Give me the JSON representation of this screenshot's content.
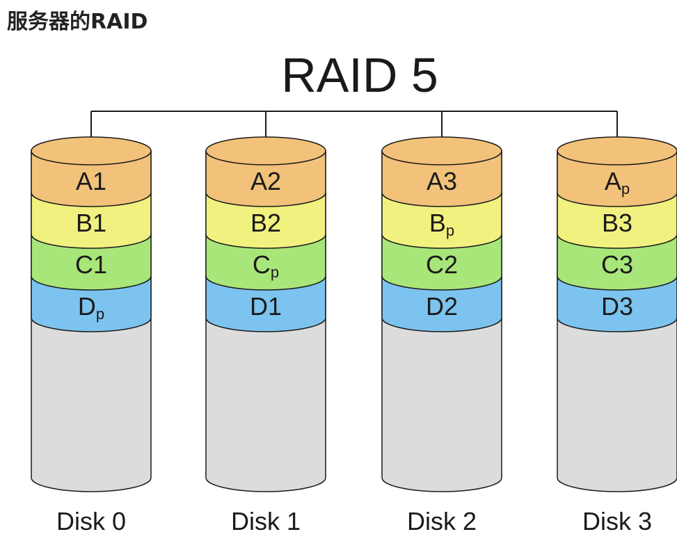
{
  "page": {
    "title": "服务器的RAID"
  },
  "diagram": {
    "title": "RAID 5",
    "colors": {
      "row_A": "#f2c27a",
      "row_B": "#f1f17f",
      "row_C": "#a8e67a",
      "row_D": "#7cc4ef",
      "empty": "#dcdcdc",
      "stroke": "#1a1a1a"
    },
    "disks": [
      {
        "label": "Disk 0",
        "blocks": [
          {
            "main": "A1",
            "sub": ""
          },
          {
            "main": "B1",
            "sub": ""
          },
          {
            "main": "C1",
            "sub": ""
          },
          {
            "main": "D",
            "sub": "p"
          }
        ]
      },
      {
        "label": "Disk 1",
        "blocks": [
          {
            "main": "A2",
            "sub": ""
          },
          {
            "main": "B2",
            "sub": ""
          },
          {
            "main": "C",
            "sub": "p"
          },
          {
            "main": "D1",
            "sub": ""
          }
        ]
      },
      {
        "label": "Disk 2",
        "blocks": [
          {
            "main": "A3",
            "sub": ""
          },
          {
            "main": "B",
            "sub": "p"
          },
          {
            "main": "C2",
            "sub": ""
          },
          {
            "main": "D2",
            "sub": ""
          }
        ]
      },
      {
        "label": "Disk 3",
        "blocks": [
          {
            "main": "A",
            "sub": "p"
          },
          {
            "main": "B3",
            "sub": ""
          },
          {
            "main": "C3",
            "sub": ""
          },
          {
            "main": "D3",
            "sub": ""
          }
        ]
      }
    ]
  }
}
